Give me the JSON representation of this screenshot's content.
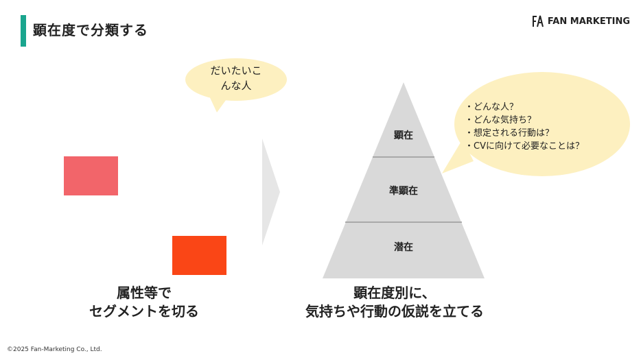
{
  "header": {
    "title": "顕在度で分類する",
    "logo_text": "FAN MARKETING",
    "accent_color": "#1aa58e"
  },
  "left": {
    "speech_bubble": [
      "だいたいこ",
      "んな人"
    ],
    "caption": [
      "属性等で",
      "セグメントを切る"
    ],
    "segment_colors": [
      "#f2656a",
      "#fa4616"
    ]
  },
  "right": {
    "pyramid_tiers": [
      "顕在",
      "準顕在",
      "潜在"
    ],
    "speech_bubble_items": [
      "・どんな人？",
      "・どんな気持ち？",
      "・想定される行動は？",
      "・CVに向けて必要なことは？"
    ],
    "caption": [
      "顕在度別に、",
      "気持ちや行動の仮説を立てる"
    ]
  },
  "footer": {
    "copyright": "©2025 Fan-Marketing Co., Ltd."
  },
  "colors": {
    "bubble": "#fdf0c0",
    "pyramid": "#d9d9d9",
    "chevron": "#e6e6e6"
  },
  "icons": [
    "fan-marketing-logo-icon",
    "chevron-right-icon",
    "speech-bubble-icon",
    "pyramid-icon"
  ]
}
